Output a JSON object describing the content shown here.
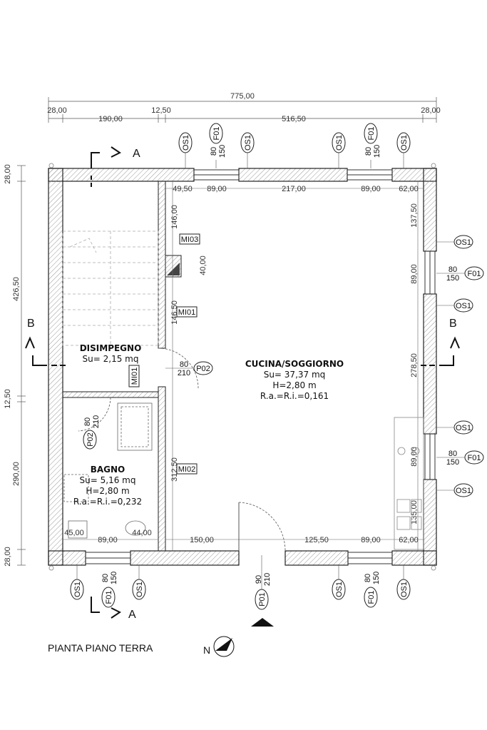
{
  "overall_dim": "775,00",
  "top_dims": [
    "28,00",
    "190,00",
    "12,50",
    "516,50",
    "28,00"
  ],
  "inner_top_dims": [
    "49,50",
    "89,00",
    "217,00",
    "89,00",
    "62,00"
  ],
  "left_dims": [
    "28,00",
    "426,50",
    "12,50",
    "290,00",
    "28,00"
  ],
  "bottom_dims": [
    "45,00",
    "89,00",
    "44,00",
    "150,00",
    "125,50",
    "89,00",
    "62,00"
  ],
  "right_dims": [
    "137,50",
    "89,00",
    "278,50",
    "89,00",
    "135,00"
  ],
  "internal_dims": [
    "146,00",
    "40,00",
    "146,50",
    "312,50"
  ],
  "rooms": {
    "disimpegno": {
      "name": "DISIMPEGNO",
      "su": "Su= 2,15 mq"
    },
    "cucina": {
      "name": "CUCINA/SOGGIORNO",
      "su": "Su= 37,37 mq",
      "h": "H=2,80 m",
      "ra": "R.a.=R.i.=0,161"
    },
    "bagno": {
      "name": "BAGNO",
      "su": "Su= 5,16 mq",
      "h": "H=2,80 m",
      "ra": "R.a.=R.i.=0,232"
    }
  },
  "tags": {
    "os1": "OS1",
    "f01": "F01",
    "p01": "P01",
    "p02": "P02",
    "mi01": "MI01",
    "mi02": "MI02",
    "mi03": "MI03"
  },
  "window_size": {
    "w": "80",
    "h": "150"
  },
  "door_p01": {
    "w": "90",
    "h": "210"
  },
  "door_p02": {
    "w": "80",
    "h": "210"
  },
  "sections": {
    "a": "A",
    "b": "B"
  },
  "north": "N",
  "drawing_title": "PIANTA PIANO TERRA"
}
